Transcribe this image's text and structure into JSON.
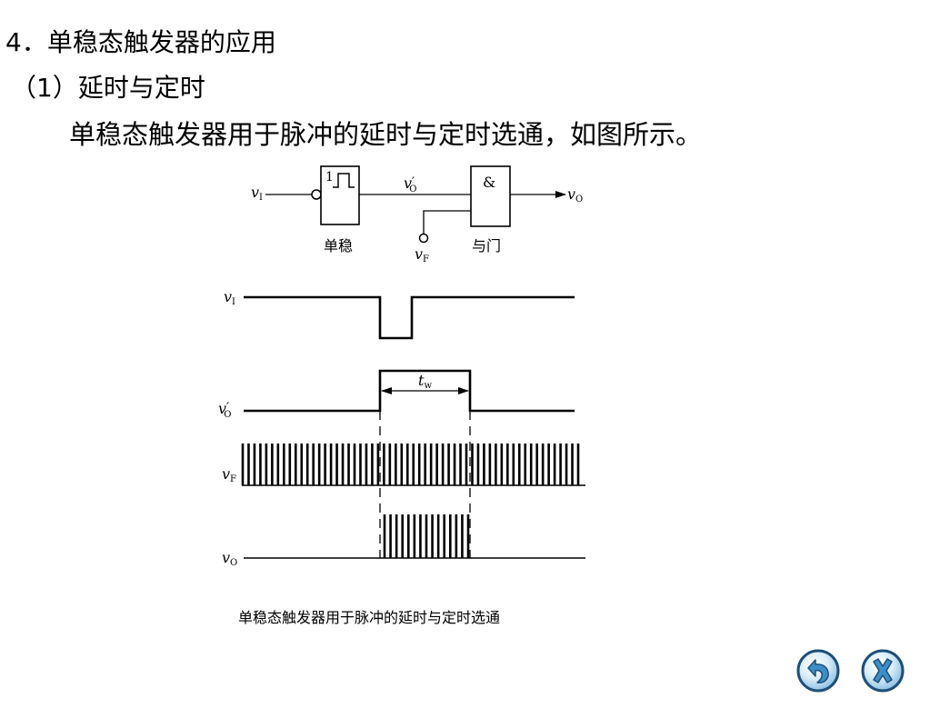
{
  "slide": {
    "title": "4．单稳态触发器的应用",
    "subtitle": "（1）延时与定时",
    "body": "单稳态触发器用于脉冲的延时与定时选通，如图所示。",
    "caption": "单稳态触发器用于脉冲的延时与定时选通"
  },
  "circuit": {
    "monostable_symbol": "1",
    "monostable_label": "单稳",
    "and_symbol": "&",
    "and_label": "与门",
    "signals": {
      "vI": "v",
      "vI_sub": "I",
      "vO_prime": "v",
      "vO_prime_sub": "O",
      "vO_prime_mark": "′",
      "vF": "v",
      "vF_sub": "F",
      "vO": "v",
      "vO_sub": "O"
    }
  },
  "timing": {
    "pulse_width": "t",
    "pulse_width_sub": "w",
    "vF_pulses": 58,
    "vO_pulses": 15
  },
  "nav": {
    "back_icon": "back-arrow-icon",
    "close_icon": "close-x-icon",
    "accent": "#3c8fc6",
    "rim": "#1d4f78"
  }
}
